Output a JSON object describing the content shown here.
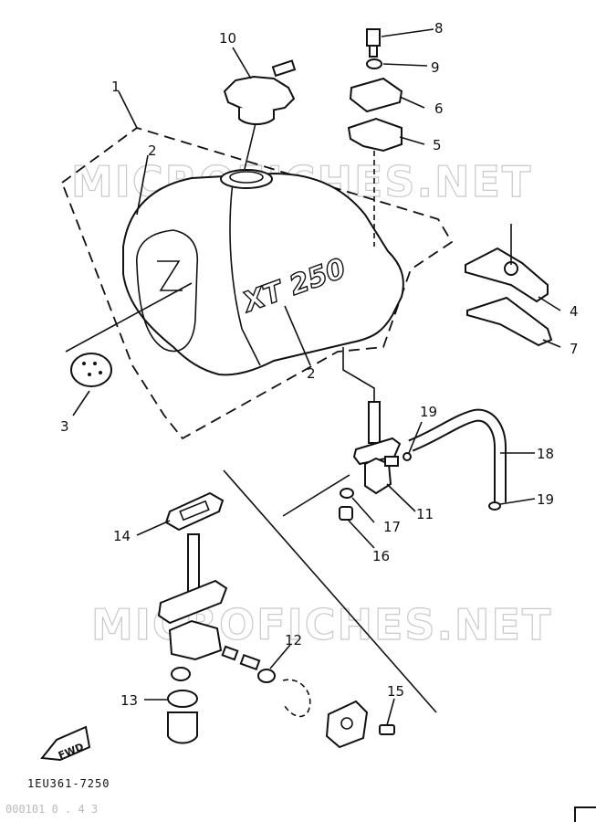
{
  "watermarks": [
    "MICROFICHES.NET",
    "MICROFICHES.NET"
  ],
  "callouts": [
    "1",
    "2",
    "2",
    "3",
    "4",
    "5",
    "6",
    "7",
    "8",
    "9",
    "10",
    "11",
    "12",
    "13",
    "14",
    "15",
    "16",
    "17",
    "18",
    "19",
    "19"
  ],
  "tank_badge": "XT 250",
  "fwd_label": "FWD",
  "diagram_code": "1EU361-7250",
  "footer_noise": "000101 0 . 4 3"
}
